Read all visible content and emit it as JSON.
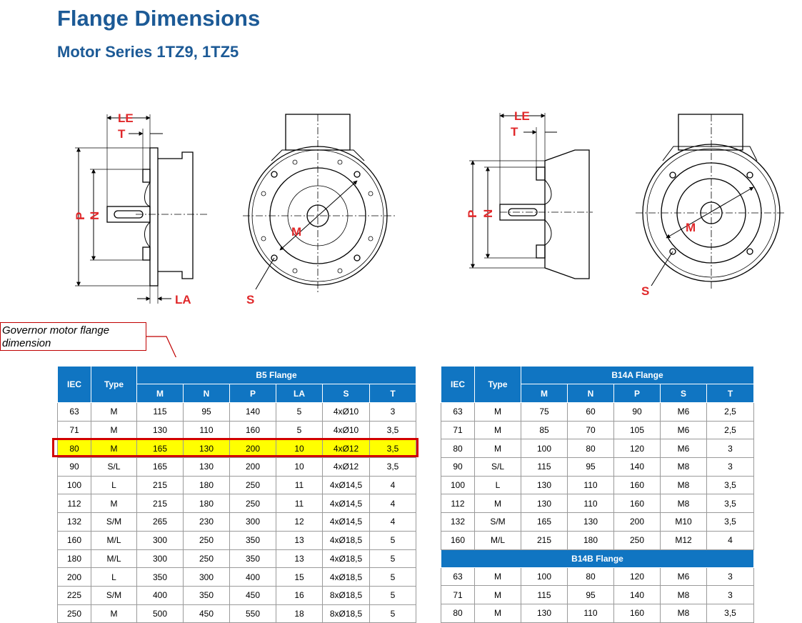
{
  "page": {
    "title": "Flange Dimensions",
    "subtitle": "Motor Series 1TZ9, 1TZ5"
  },
  "callout": {
    "text": "Governor motor flange dimension"
  },
  "drawing_labels": {
    "LE": "LE",
    "T": "T",
    "P": "P",
    "N": "N",
    "LA": "LA",
    "M": "M",
    "S": "S"
  },
  "colors": {
    "heading": "#1c5a96",
    "table_header": "#1075c2",
    "highlight": "#ffff00",
    "highlight_border": "#d10000",
    "dimension_red": "#e0282a"
  },
  "b5_table": {
    "col_iec": "IEC",
    "col_type": "Type",
    "group": "B5 Flange",
    "sub": [
      "M",
      "N",
      "P",
      "LA",
      "S",
      "T"
    ],
    "rows": [
      [
        "63",
        "M",
        "115",
        "95",
        "140",
        "5",
        "4xØ10",
        "3"
      ],
      [
        "71",
        "M",
        "130",
        "110",
        "160",
        "5",
        "4xØ10",
        "3,5"
      ],
      [
        "80",
        "M",
        "165",
        "130",
        "200",
        "10",
        "4xØ12",
        "3,5"
      ],
      [
        "90",
        "S/L",
        "165",
        "130",
        "200",
        "10",
        "4xØ12",
        "3,5"
      ],
      [
        "100",
        "L",
        "215",
        "180",
        "250",
        "11",
        "4xØ14,5",
        "4"
      ],
      [
        "112",
        "M",
        "215",
        "180",
        "250",
        "11",
        "4xØ14,5",
        "4"
      ],
      [
        "132",
        "S/M",
        "265",
        "230",
        "300",
        "12",
        "4xØ14,5",
        "4"
      ],
      [
        "160",
        "M/L",
        "300",
        "250",
        "350",
        "13",
        "4xØ18,5",
        "5"
      ],
      [
        "180",
        "M/L",
        "300",
        "250",
        "350",
        "13",
        "4xØ18,5",
        "5"
      ],
      [
        "200",
        "L",
        "350",
        "300",
        "400",
        "15",
        "4xØ18,5",
        "5"
      ],
      [
        "225",
        "S/M",
        "400",
        "350",
        "450",
        "16",
        "8xØ18,5",
        "5"
      ],
      [
        "250",
        "M",
        "500",
        "450",
        "550",
        "18",
        "8xØ18,5",
        "5"
      ]
    ]
  },
  "b14_table": {
    "col_iec": "IEC",
    "col_type": "Type",
    "group": "B14A Flange",
    "sub": [
      "M",
      "N",
      "P",
      "S",
      "T"
    ],
    "rows": [
      [
        "63",
        "M",
        "75",
        "60",
        "90",
        "M6",
        "2,5"
      ],
      [
        "71",
        "M",
        "85",
        "70",
        "105",
        "M6",
        "2,5"
      ],
      [
        "80",
        "M",
        "100",
        "80",
        "120",
        "M6",
        "3"
      ],
      [
        "90",
        "S/L",
        "115",
        "95",
        "140",
        "M8",
        "3"
      ],
      [
        "100",
        "L",
        "130",
        "110",
        "160",
        "M8",
        "3,5"
      ],
      [
        "112",
        "M",
        "130",
        "110",
        "160",
        "M8",
        "3,5"
      ],
      [
        "132",
        "S/M",
        "165",
        "130",
        "200",
        "M10",
        "3,5"
      ],
      [
        "160",
        "M/L",
        "215",
        "180",
        "250",
        "M12",
        "4"
      ]
    ],
    "group2": "B14B Flange",
    "rows2": [
      [
        "63",
        "M",
        "100",
        "80",
        "120",
        "M6",
        "3"
      ],
      [
        "71",
        "M",
        "115",
        "95",
        "140",
        "M8",
        "3"
      ],
      [
        "80",
        "M",
        "130",
        "110",
        "160",
        "M8",
        "3,5"
      ]
    ]
  }
}
